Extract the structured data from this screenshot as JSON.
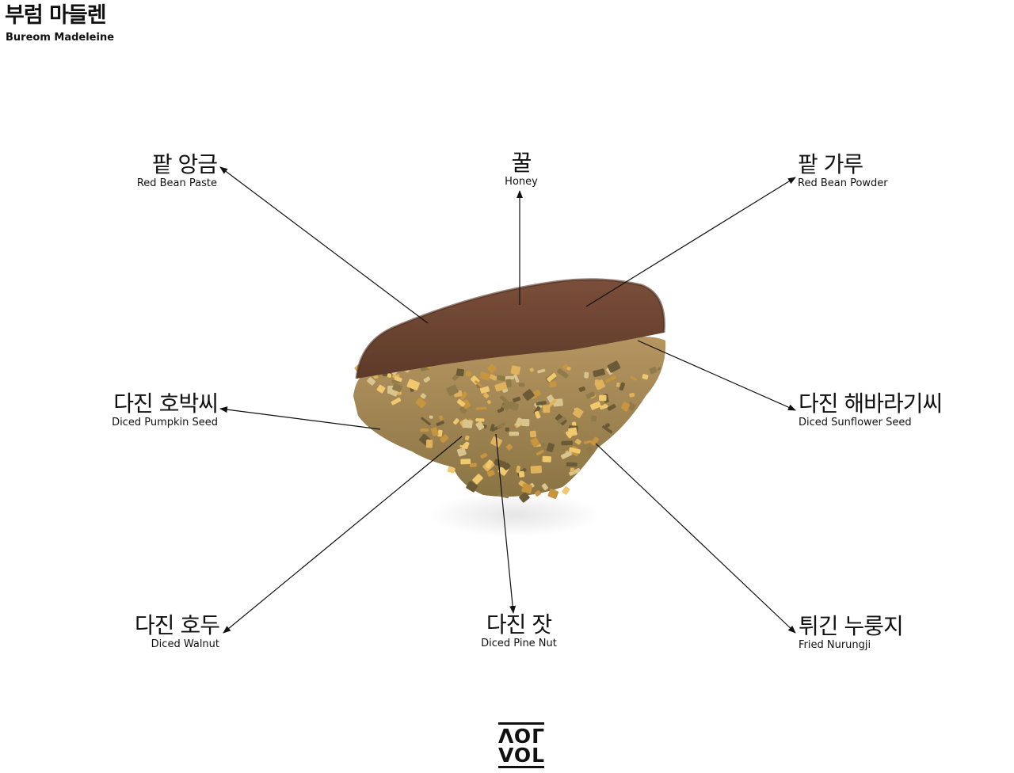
{
  "title": {
    "ko": "부럼 마들렌",
    "en": "Bureom Madeleine"
  },
  "labels": {
    "red_bean_paste": {
      "ko": "팥 앙금",
      "en": "Red Bean Paste"
    },
    "honey": {
      "ko": "꿀",
      "en": "Honey"
    },
    "red_bean_powder": {
      "ko": "팥 가루",
      "en": "Red Bean Powder"
    },
    "diced_pumpkin_seed": {
      "ko": "다진 호박씨",
      "en": "Diced Pumpkin Seed"
    },
    "diced_sunflower_seed": {
      "ko": "다진 해바라기씨",
      "en": "Diced Sunflower Seed"
    },
    "diced_walnut": {
      "ko": "다진 호두",
      "en": "Diced Walnut"
    },
    "diced_pine_nut": {
      "ko": "다진 잣",
      "en": "Diced Pine Nut"
    },
    "fried_nurungji": {
      "ko": "튀긴 누룽지",
      "en": "Fried Nurungji"
    }
  },
  "logo": {
    "top": "VOL",
    "bottom": "VOL"
  },
  "colors": {
    "cake_top": "#6b4331",
    "cake_edge": "#4e2e20",
    "nut_base": "#a88a55",
    "nut_light": "#e0b25c",
    "nut_dark": "#6b5a36",
    "arrow": "#111111"
  }
}
